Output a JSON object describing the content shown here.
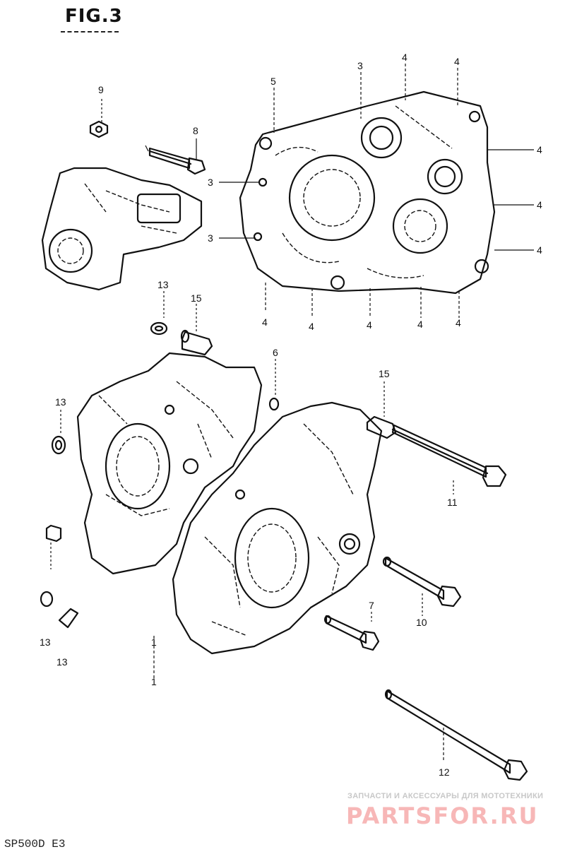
{
  "figure": {
    "title": "FIG.3",
    "footer_code": "SP500D E3"
  },
  "watermark": {
    "sub": "ЗАПЧАСТИ И АКСЕССУАРЫ ДЛЯ МОТОТЕХНИКИ",
    "main": "PARTSFOR.RU"
  },
  "callouts": {
    "c9": "9",
    "c8": "8",
    "c5": "5",
    "c3a": "3",
    "c4a": "4",
    "c4b": "4",
    "c4r1": "4",
    "c3l1": "3",
    "c4r2": "4",
    "c3l2": "3",
    "c4r3": "4",
    "c4b1": "4",
    "c4b2": "4",
    "c4b3": "4",
    "c4b4": "4",
    "c4b5": "4",
    "c13a": "13",
    "c15a": "15",
    "c6": "6",
    "c15b": "15",
    "c13b": "13",
    "c11": "11",
    "c10": "10",
    "c7": "7",
    "c13c": "13",
    "c13d": "13",
    "c1a": "1",
    "c1b": "1",
    "c12": "12"
  }
}
